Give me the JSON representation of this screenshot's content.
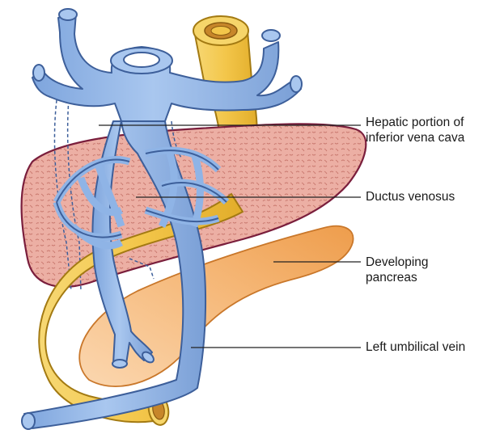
{
  "labels": {
    "hepatic_ivc": [
      "Hepatic portion of",
      "inferior vena cava"
    ],
    "ductus_venosus": [
      "Ductus venosus"
    ],
    "pancreas": [
      "Developing",
      "pancreas"
    ],
    "umbilical_vein": [
      "Left umbilical vein"
    ]
  },
  "colors": {
    "vein_fill": "#8fb4e6",
    "vein_stroke": "#3d5f9a",
    "gut_fill": "#f3c64a",
    "gut_stroke": "#a37a12",
    "liver_fill": "#e8a99f",
    "liver_stroke": "#7a1e3c",
    "pancreas_fill": "#f4b06a",
    "leader_line": "#222222"
  }
}
